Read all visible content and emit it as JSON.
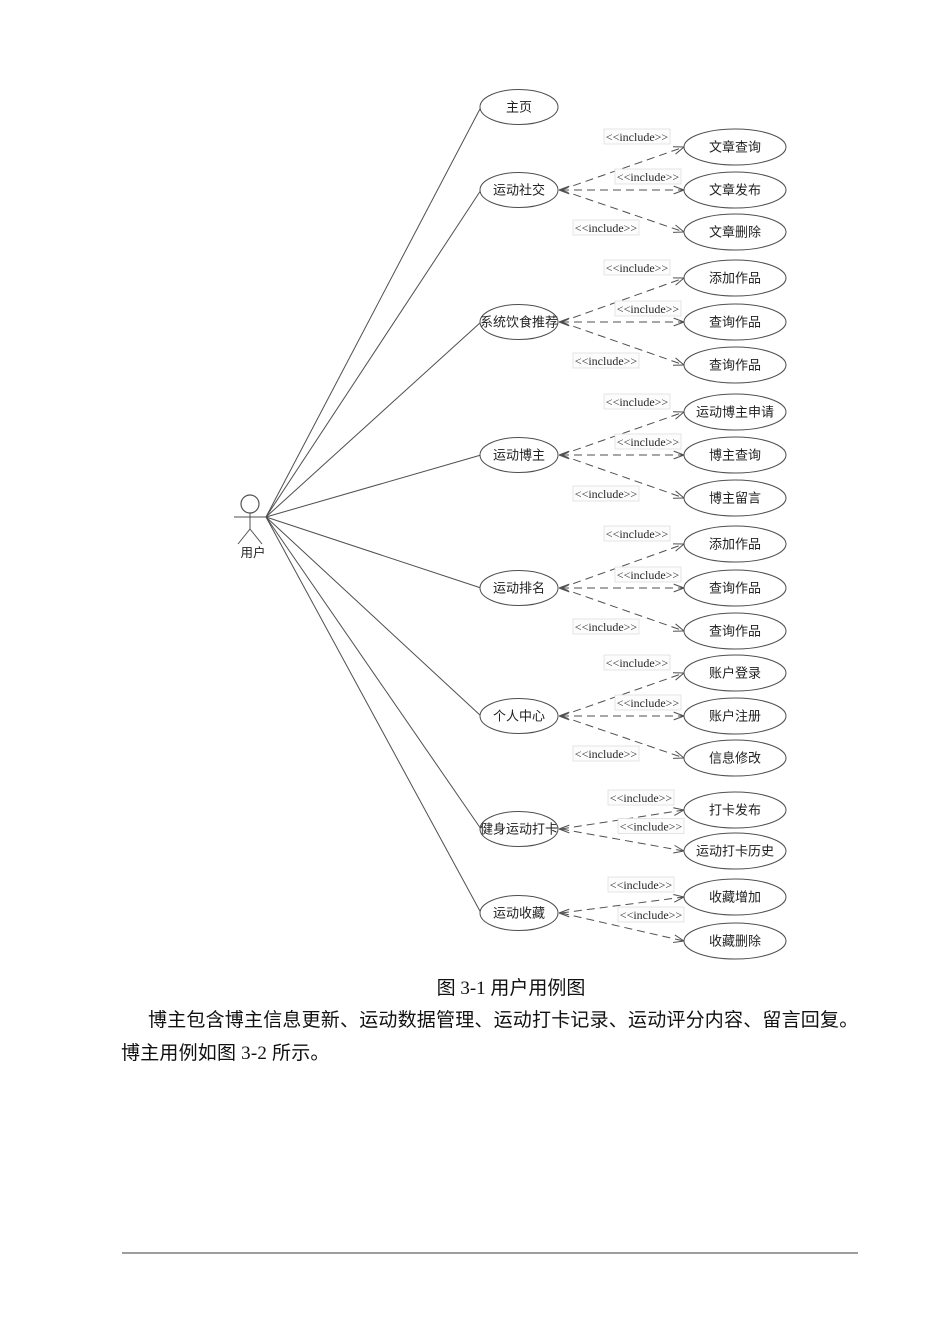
{
  "figure": {
    "caption": "图 3-1 用户用例图"
  },
  "body": {
    "paragraph": "博主包含博主信息更新、运动数据管理、运动打卡记录、运动评分内容、留言回复。博主用例如图 3-2 所示。"
  },
  "diagram": {
    "actor": {
      "label": "用户"
    },
    "include_label": "<<include>>",
    "nodes": [
      {
        "id": "home",
        "label": "主页",
        "children": []
      },
      {
        "id": "social",
        "label": "运动社交",
        "children": [
          "文章查询",
          "文章发布",
          "文章删除"
        ]
      },
      {
        "id": "diet",
        "label": "系统饮食推荐",
        "children": [
          "添加作品",
          "查询作品",
          "查询作品"
        ]
      },
      {
        "id": "blogger",
        "label": "运动博主",
        "children": [
          "运动博主申请",
          "博主查询",
          "博主留言"
        ]
      },
      {
        "id": "ranking",
        "label": "运动排名",
        "children": [
          "添加作品",
          "查询作品",
          "查询作品"
        ]
      },
      {
        "id": "profile",
        "label": "个人中心",
        "children": [
          "账户登录",
          "账户注册",
          "信息修改"
        ]
      },
      {
        "id": "checkin",
        "label": "健身运动打卡",
        "children": [
          "打卡发布",
          "运动打卡历史"
        ]
      },
      {
        "id": "favorite",
        "label": "运动收藏",
        "children": [
          "收藏增加",
          "收藏删除"
        ]
      }
    ],
    "colors": {
      "line": "#4f4f4f",
      "text": "#1f1f1f",
      "include_bg": "#fcfcfc",
      "include_border": "#dcdcdc"
    }
  }
}
